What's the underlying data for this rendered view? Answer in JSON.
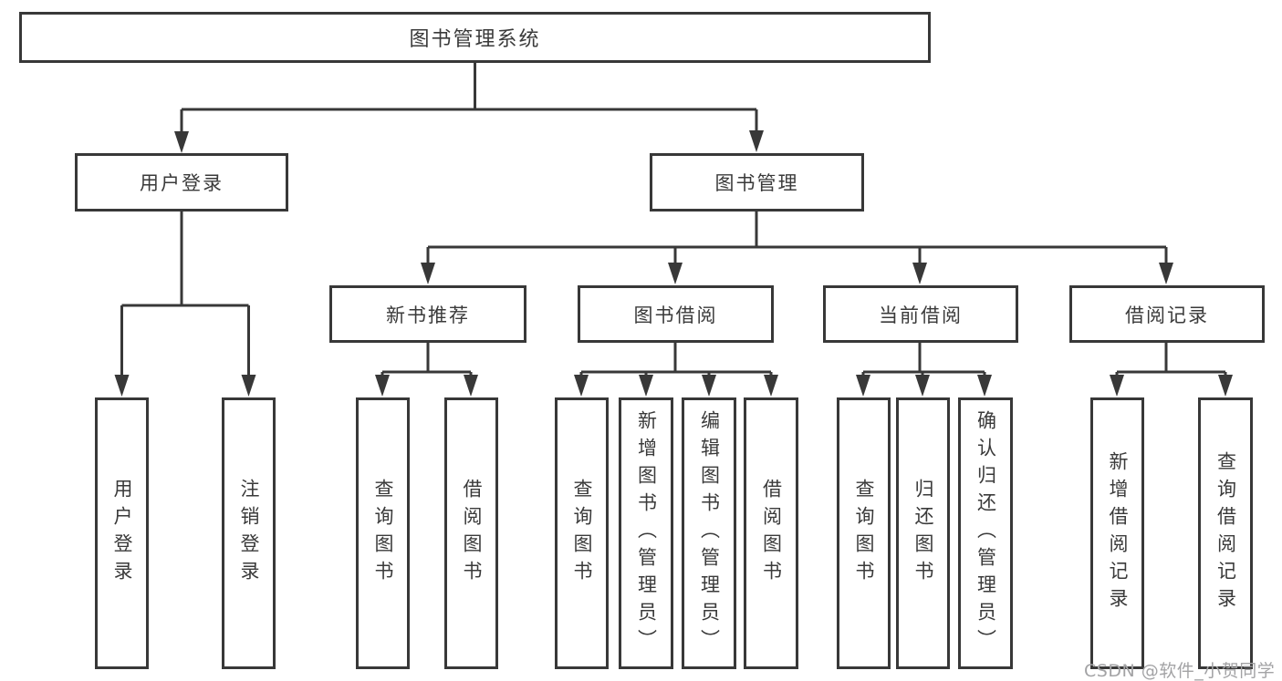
{
  "diagram": {
    "title": "图书管理系统",
    "branches": [
      {
        "label": "用户登录",
        "children": [
          {
            "label": "用户登录"
          },
          {
            "label": "注销登录"
          }
        ]
      },
      {
        "label": "图书管理",
        "children": [
          {
            "label": "新书推荐",
            "children": [
              {
                "label": "查询图书"
              },
              {
                "label": "借阅图书"
              }
            ]
          },
          {
            "label": "图书借阅",
            "children": [
              {
                "label": "查询图书"
              },
              {
                "label": "新增图书（管理员）"
              },
              {
                "label": "编辑图书（管理员）"
              },
              {
                "label": "借阅图书"
              }
            ]
          },
          {
            "label": "当前借阅",
            "children": [
              {
                "label": "查询图书"
              },
              {
                "label": "归还图书"
              },
              {
                "label": "确认归还（管理员）"
              }
            ]
          },
          {
            "label": "借阅记录",
            "children": [
              {
                "label": "新增借阅记录"
              },
              {
                "label": "查询借阅记录"
              }
            ]
          }
        ]
      }
    ]
  },
  "watermark": {
    "text": "CSDN @软件_小贺同学"
  },
  "colors": {
    "line": "#383838",
    "box_border": "#383838",
    "text": "#3a3a3a",
    "watermark": "#a3a3a5",
    "background": "#ffffff"
  }
}
